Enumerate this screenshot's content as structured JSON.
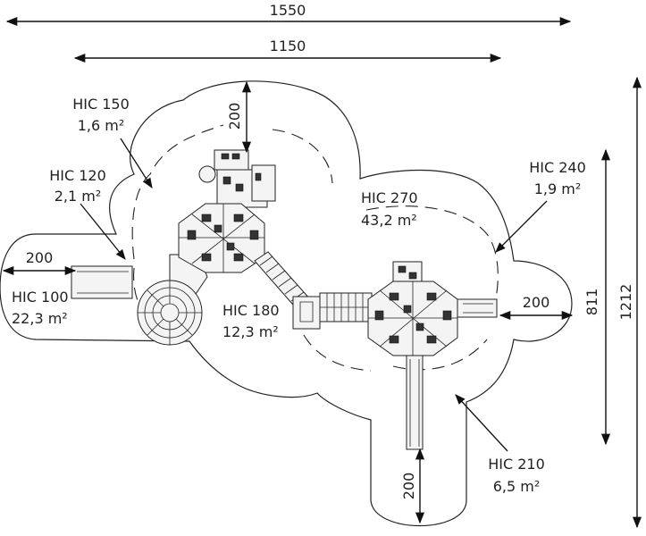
{
  "dimensions": {
    "total_width": "1550",
    "structure_width": "1150",
    "total_height": "1212",
    "structure_height": "811",
    "clearance_top": "200",
    "clearance_left": "200",
    "clearance_right": "200",
    "clearance_bottom": "200"
  },
  "zones": [
    {
      "hic": "HIC 150",
      "area": "1,6 m²"
    },
    {
      "hic": "HIC 120",
      "area": "2,1 m²"
    },
    {
      "hic": "HIC 100",
      "area": "22,3 m²"
    },
    {
      "hic": "HIC 180",
      "area": "12,3 m²"
    },
    {
      "hic": "HIC 270",
      "area": "43,2 m²"
    },
    {
      "hic": "HIC 240",
      "area": "1,9 m²"
    },
    {
      "hic": "HIC 210",
      "area": "6,5 m²"
    }
  ]
}
